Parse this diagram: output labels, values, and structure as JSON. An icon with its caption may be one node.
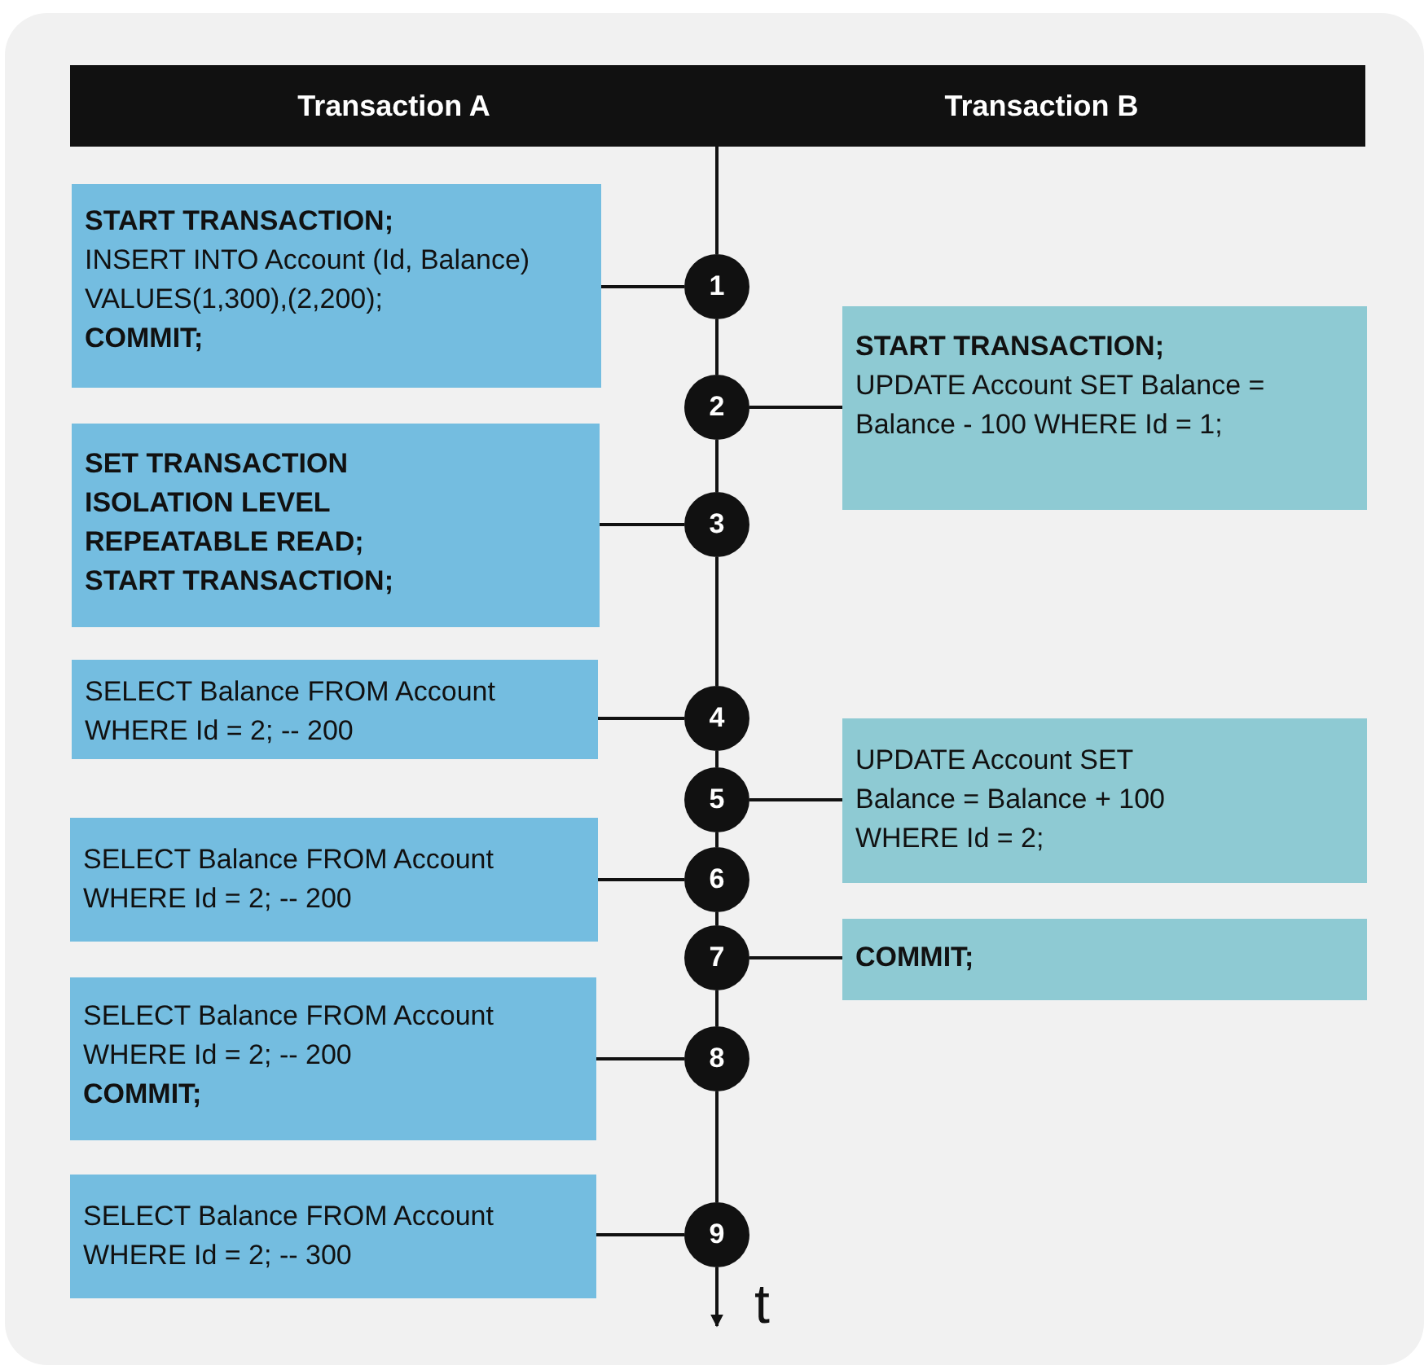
{
  "diagram": {
    "nodes": [
      {
        "text": [
          "Transaction A",
          "Transaction B"
        ]
      },
      {
        "text": [
          "**START TRANSACTION;**",
          "INSERT INTO Account (Id, Balance) VALUES(1,300),(2,200);",
          "**COMMIT;**"
        ]
      },
      {
        "text": [
          "1"
        ]
      },
      {
        "text": [
          "**START TRANSACTION;**",
          "UPDATE Account SET Balance = Balance - 100 WHERE Id = 1;"
        ]
      },
      {
        "text": [
          "2"
        ]
      },
      {
        "text": [
          "**SET TRANSACTION ISOLATION LEVEL REPEATABLE READ;**",
          "**START TRANSACTION;**"
        ]
      },
      {
        "text": [
          "3"
        ]
      },
      {
        "text": [
          "SELECT Balance FROM Account WHERE Id = 2; -- 200"
        ]
      },
      {
        "text": [
          "4"
        ]
      },
      {
        "text": [
          "UPDATE Account SET Balance = Balance + 100 WHERE Id = 2;"
        ]
      },
      {
        "text": [
          "5"
        ]
      },
      {
        "text": [
          "SELECT Balance FROM Account WHERE Id = 2; -- 200"
        ]
      },
      {
        "text": [
          "6"
        ]
      },
      {
        "text": [
          "7"
        ]
      },
      {
        "text": [
          "**COMMIT;**"
        ]
      },
      {
        "text": [
          "SELECT Balance FROM Account WHERE Id = 2; -- 200",
          "**COMMIT;**"
        ]
      },
      {
        "text": [
          "8"
        ]
      },
      {
        "text": [
          "SELECT Balance FROM Account WHERE Id = 2; -- 300"
        ]
      },
      {
        "text": [
          "9"
        ]
      }
    ],
    "edges": [
      {
        "from": 1,
        "to": 2,
        "arrow": "none"
      },
      {
        "from": 3,
        "to": 4,
        "arrow": "none"
      },
      {
        "from": 5,
        "to": 6,
        "arrow": "none"
      },
      {
        "from": 7,
        "to": 8,
        "arrow": "none"
      },
      {
        "from": 9,
        "to": 10,
        "arrow": "none"
      },
      {
        "from": 11,
        "to": 12,
        "arrow": "none"
      },
      {
        "from": 14,
        "to": 13,
        "arrow": "none"
      },
      {
        "from": 15,
        "to": 16,
        "arrow": "none"
      },
      {
        "from": 17,
        "to": 18,
        "arrow": "none"
      },
      {
        "from": 0,
        "to": 2,
        "arrow": "none"
      },
      {
        "from": 2,
        "to": 4,
        "arrow": "none"
      },
      {
        "from": 4,
        "to": 6,
        "arrow": "none"
      },
      {
        "from": 6,
        "to": 8,
        "arrow": "none"
      },
      {
        "from": 8,
        "to": 10,
        "arrow": "none"
      },
      {
        "from": 10,
        "to": 12,
        "arrow": "none"
      },
      {
        "from": 12,
        "to": 13,
        "arrow": "none"
      },
      {
        "from": 13,
        "to": 16,
        "arrow": "none"
      },
      {
        "from": 16,
        "to": 18,
        "arrow": "none"
      },
      {
        "from": 18,
        "to": null,
        "arrow": "to"
      }
    ],
    "labels": [
      "t"
    ]
  }
}
